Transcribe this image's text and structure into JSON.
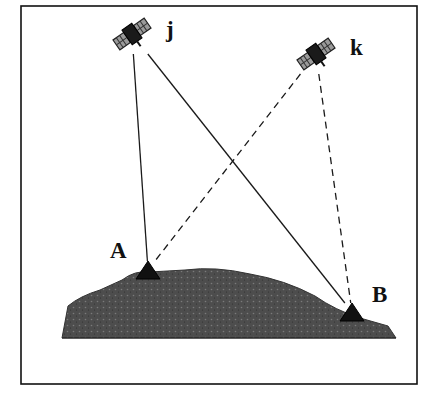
{
  "diagram": {
    "nodes": [
      {
        "text": [
          "j"
        ]
      },
      {
        "text": [
          "k"
        ]
      },
      {
        "text": [
          "A"
        ]
      },
      {
        "text": [
          "B"
        ]
      }
    ],
    "edges": [
      {
        "from": 0,
        "to": 2,
        "arrow": "none"
      },
      {
        "from": 0,
        "to": 3,
        "arrow": "none"
      },
      {
        "from": 1,
        "to": 2,
        "arrow": "none"
      },
      {
        "from": 1,
        "to": 3,
        "arrow": "none"
      }
    ]
  }
}
